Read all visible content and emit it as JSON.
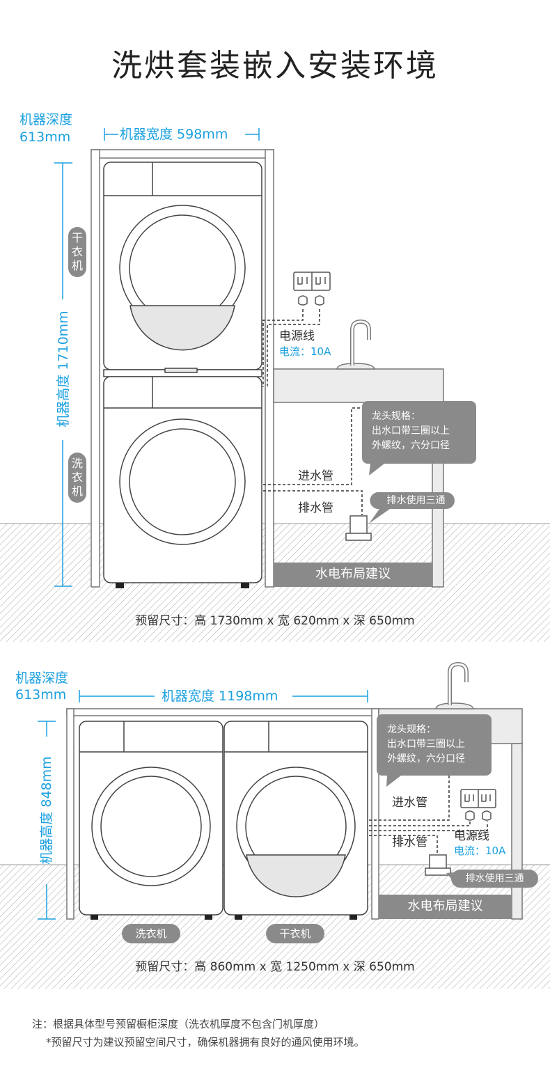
{
  "title": "洗烘套装嵌入安装环境",
  "colors": {
    "accent": "#1aa0e0",
    "frame": "#888888",
    "panel": "#8a8a8a",
    "floor": "#aaaaaa"
  },
  "top": {
    "depth_label": "机器深度",
    "depth_value": "613mm",
    "width_label": "机器宽度 598mm",
    "height_label": "机器高度 1710mm",
    "dryer_label": [
      "干",
      "衣",
      "机"
    ],
    "washer_label": [
      "洗",
      "衣",
      "机"
    ],
    "power_title": "电源线",
    "power_current": "电流：10A",
    "faucet_spec": [
      "龙头规格：",
      "出水口带三圈以上",
      "外螺纹，六分口径"
    ],
    "inlet": "进水管",
    "drain": "排水管",
    "drain_tee": "排水使用三通",
    "advice": "水电布局建议",
    "reserve": "预留尺寸：高 1730mm x 宽 620mm x 深 650mm"
  },
  "bottom": {
    "depth_label": "机器深度",
    "depth_value": "613mm",
    "width_label": "机器宽度 1198mm",
    "height_label": "机器高度 848mm",
    "faucet_spec": [
      "龙头规格：",
      "出水口带三圈以上",
      "外螺纹，六分口径"
    ],
    "inlet": "进水管",
    "drain": "排水管",
    "power_title": "电源线",
    "power_current": "电流：10A",
    "drain_tee": "排水使用三通",
    "advice": "水电布局建议",
    "washer_label": "洗衣机",
    "dryer_label": "干衣机",
    "reserve": "预留尺寸：高 860mm x 宽 1250mm x 深 650mm"
  },
  "notes": [
    "注：根据具体型号预留橱柜深度（洗衣机厚度不包含门机厚度）",
    "*预留尺寸为建议预留空间尺寸，确保机器拥有良好的通风使用环境。"
  ]
}
